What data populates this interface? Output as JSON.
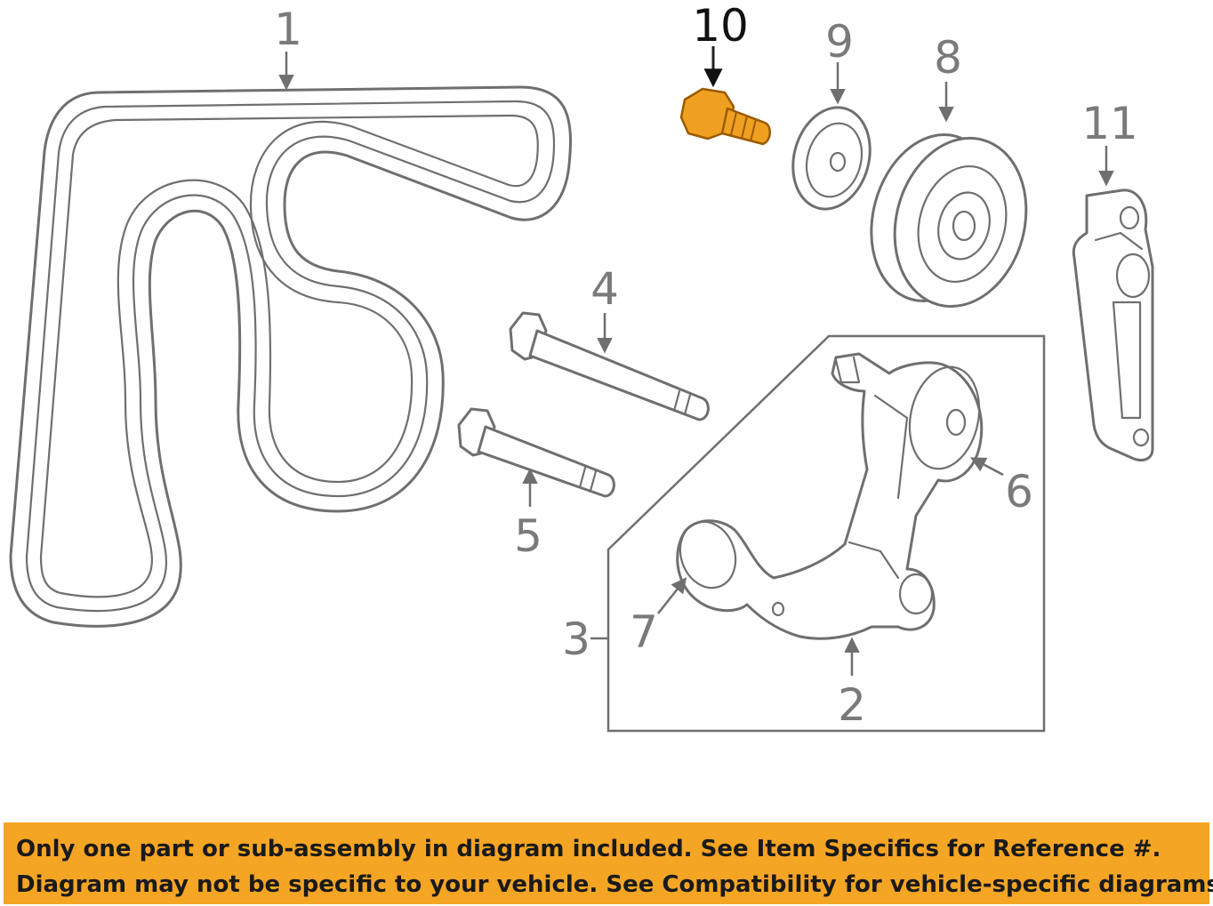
{
  "callouts": {
    "c1": "1",
    "c2": "2",
    "c3": "3",
    "c4": "4",
    "c5": "5",
    "c6": "6",
    "c7": "7",
    "c8": "8",
    "c9": "9",
    "c10": "10",
    "c11": "11"
  },
  "highlighted_part": "10",
  "colors": {
    "highlight": "#f0a020",
    "banner": "#f5a524",
    "line": "#6f6f6f"
  },
  "disclaimer": {
    "line1": "Only one part or sub-assembly in diagram included. See Item Specifics for Reference #.",
    "line2": "Diagram may not be specific to your vehicle. See Compatibility for vehicle-specific diagrams."
  }
}
